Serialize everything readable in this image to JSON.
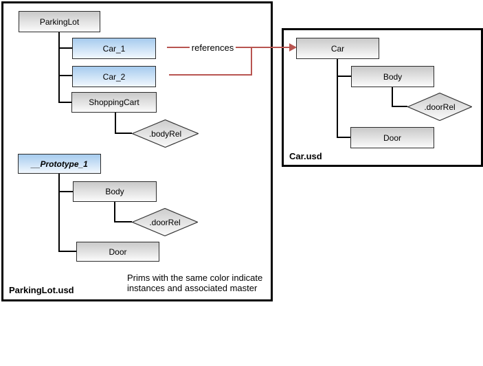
{
  "left_panel": {
    "file_label": "ParkingLot.usd",
    "caption": {
      "line1": "Prims with the same color indicate",
      "line2": "instances and associated master"
    },
    "nodes": {
      "parking_lot": "ParkingLot",
      "car_1": "Car_1",
      "car_2": "Car_2",
      "shopping_cart": "ShoppingCart",
      "body_rel": ".bodyRel",
      "prototype_1": "__Prototype_1",
      "body": "Body",
      "door_rel": ".doorRel",
      "door": "Door"
    }
  },
  "right_panel": {
    "file_label": "Car.usd",
    "nodes": {
      "car": "Car",
      "body": "Body",
      "door_rel": ".doorRel",
      "door": "Door"
    }
  },
  "reference_edge": {
    "label": "references"
  },
  "colors": {
    "instance_node_top": "#a6cbee",
    "prim_node_top": "#c9c9c9",
    "node_fill_bottom": "#fbfbfb",
    "reference_red": "#b85450",
    "connector": "#000000",
    "panel_border": "#000000"
  }
}
